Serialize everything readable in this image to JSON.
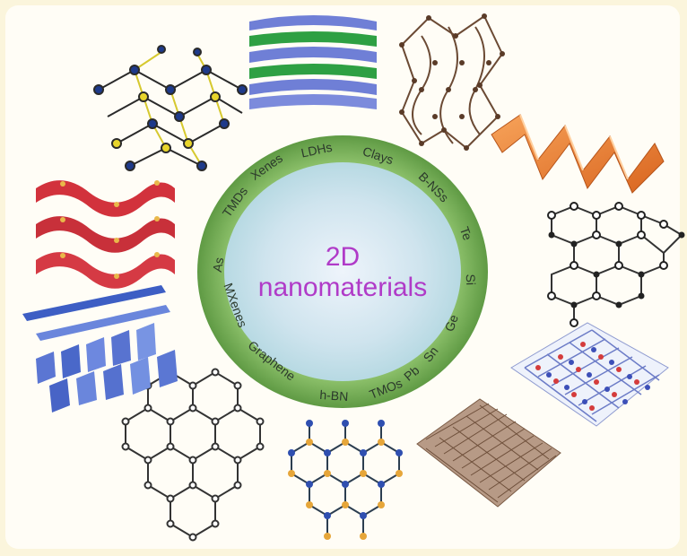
{
  "center": {
    "line1": "2D",
    "line2": "nanomaterials"
  },
  "ring_labels": [
    "LDHs",
    "Clays",
    "B-NSs",
    "Te",
    "Si",
    "Ge",
    "Sn",
    "Pb",
    "TMOs",
    "h-BN",
    "Graphene",
    "MXenes",
    "As",
    "TMDs",
    "Xenes"
  ],
  "colors": {
    "background": "#fbf5dc",
    "ring": "#7fb05a",
    "ring_inner": "#d9ecf2",
    "title": "#b03bc8"
  }
}
